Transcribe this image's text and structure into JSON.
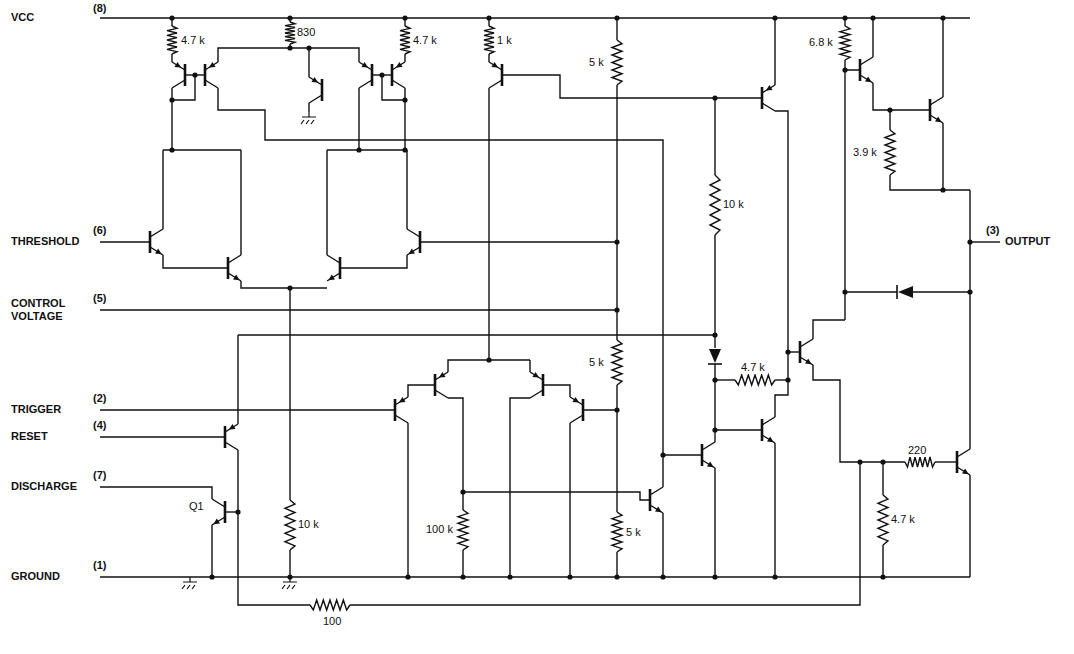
{
  "diagram": {
    "labels": [
      "VCC",
      "(8)",
      "4.7 k",
      "830",
      "4.7 k",
      "1 k",
      "6.8 k",
      "5 k",
      "3.9 k",
      "THRESHOLD",
      "(6)",
      "(3)",
      "OUTPUT",
      "CONTROL VOLTAGE",
      "(5)",
      "10 k",
      "TRIGGER",
      "(2)",
      "4.7 k",
      "5 k",
      "RESET",
      "(4)",
      "DISCHARGE",
      "(7)",
      "Q1",
      "100 k",
      "220",
      "10 k",
      "5 k",
      "4.7 k",
      "GROUND",
      "(1)",
      "100"
    ]
  }
}
